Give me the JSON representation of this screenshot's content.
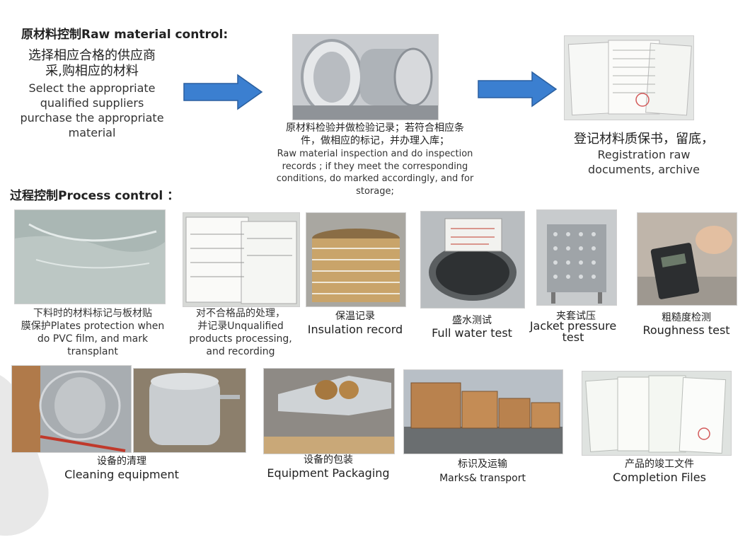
{
  "raw": {
    "heading": "原材料控制Raw material control:",
    "select": {
      "zh": "选择相应合格的供应商\n采,购相应的材料",
      "en": "Select the appropriate\nqualified suppliers\npurchase the appropriate\nmaterial"
    },
    "inspection": {
      "zh": "原材料检验并做检验记录；若符合相应条\n件，做相应的标记，并办理入库；",
      "en": "Raw material inspection and do inspection\nrecords ; if they meet the corresponding\nconditions, do marked accordingly, and for\nstorage;"
    },
    "registration": {
      "zh": "登记材料质保书，留底，",
      "en": "Registration raw\ndocuments, archive"
    }
  },
  "process": {
    "heading": "过程控制Process control ：",
    "items": [
      {
        "zh": "下料时的材料标记与板材贴\n膜保护Plates protection when\ndo PVC film, and mark\ntransplant",
        "en": ""
      },
      {
        "zh": "对不合格品的处理，\n并记录Unqualified\nproducts processing,\nand recording",
        "en": ""
      },
      {
        "zh": "保温记录",
        "en": "Insulation record"
      },
      {
        "zh": "盛水测试",
        "en": "Full water test"
      },
      {
        "zh": "夹套试压",
        "en": "Jacket pressure\ntest"
      },
      {
        "zh": "粗糙度检测",
        "en": "Roughness test"
      }
    ]
  },
  "bottom": {
    "items": [
      {
        "zh": "设备的清理",
        "en": "Cleaning equipment"
      },
      {
        "zh": "设备的包装",
        "en": "Equipment Packaging"
      },
      {
        "zh": "标识及运输",
        "en": "Marks& transport"
      },
      {
        "zh": "产品的竣工文件",
        "en": "Completion Files"
      }
    ]
  },
  "colors": {
    "arrow": "#3b7fd0",
    "arrow_edge": "#2a5f9f"
  }
}
